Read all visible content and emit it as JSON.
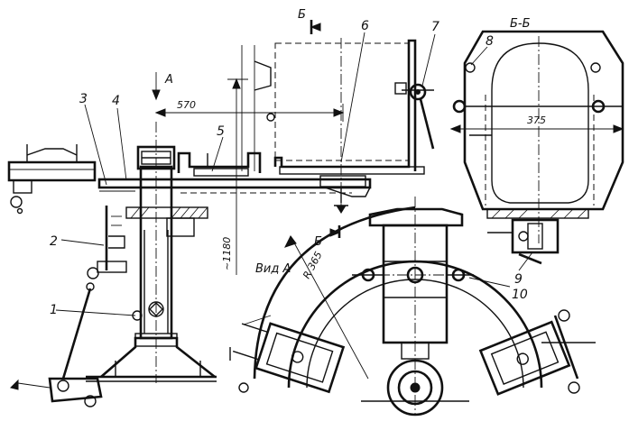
{
  "labels": {
    "part_numbers": [
      "1",
      "2",
      "3",
      "4",
      "5",
      "6",
      "7",
      "8",
      "9",
      "10"
    ],
    "section_mark": "Б",
    "section_title": "Б-Б",
    "view_mark": "А",
    "view_title": "Вид А"
  },
  "dimensions": {
    "span": "570",
    "height": "~1180",
    "radius": "R 365",
    "width": "375"
  }
}
